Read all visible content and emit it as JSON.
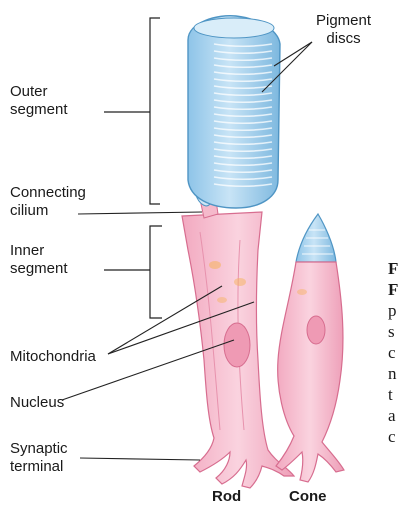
{
  "labels": {
    "outer_segment": [
      "Outer",
      "segment"
    ],
    "pigment_discs": [
      "Pigment",
      "discs"
    ],
    "connecting_cilium": [
      "Connecting",
      "cilium"
    ],
    "inner_segment": [
      "Inner",
      "segment"
    ],
    "mitochondria": "Mitochondria",
    "nucleus": "Nucleus",
    "synaptic_terminal": [
      "Synaptic",
      "terminal"
    ],
    "rod": "Rod",
    "cone": "Cone"
  },
  "cropped_text": [
    "F",
    "F",
    "p",
    "s",
    "c",
    "n",
    "t",
    "a",
    "c"
  ],
  "colors": {
    "outer_segment_fill": "#a9d3ee",
    "outer_segment_stroke": "#4f95c4",
    "cell_body_fill": "#f6bfcf",
    "cell_body_stroke": "#d76d8f",
    "line": "#222222"
  }
}
